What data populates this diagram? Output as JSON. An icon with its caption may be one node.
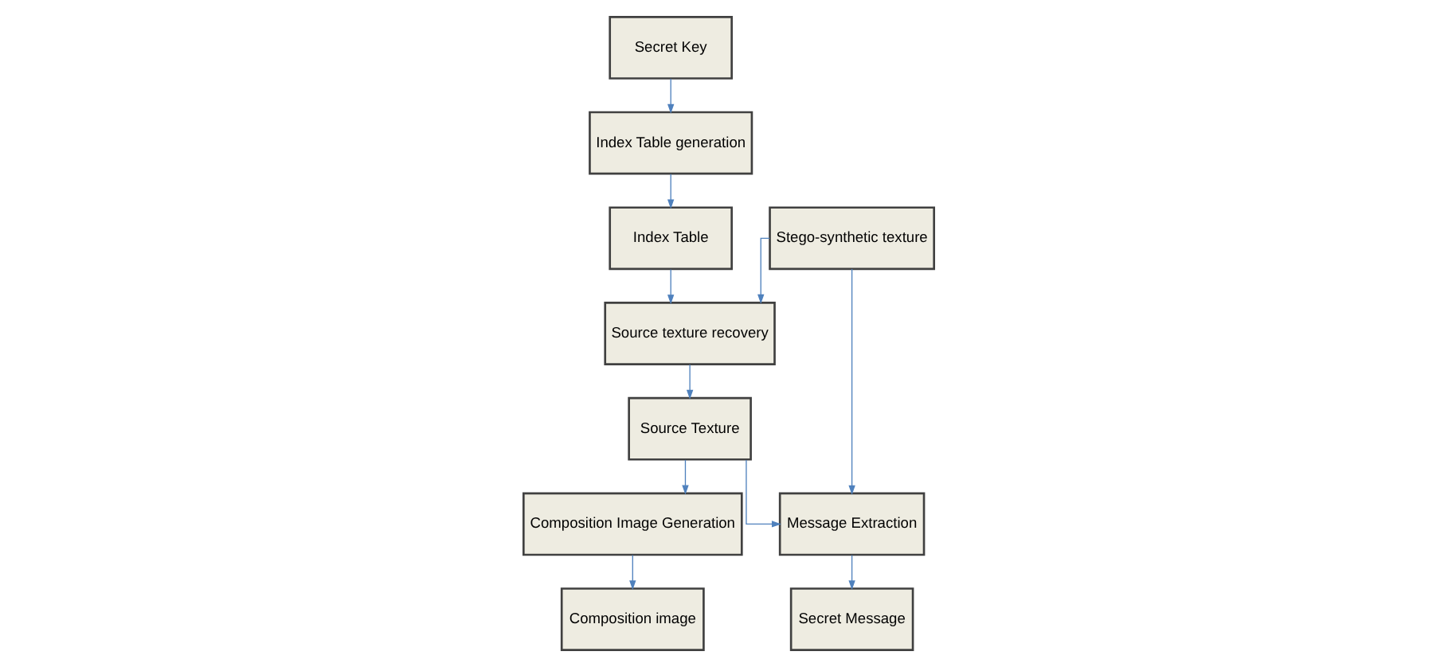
{
  "diagram": {
    "nodes": [
      {
        "text": [
          "Secret Key"
        ]
      },
      {
        "text": [
          "Index Table generation"
        ]
      },
      {
        "text": [
          "Index Table"
        ]
      },
      {
        "text": [
          "Stego-synthetic texture"
        ]
      },
      {
        "text": [
          "Source texture recovery"
        ]
      },
      {
        "text": [
          "Source Texture"
        ]
      },
      {
        "text": [
          "Composition Image Generation"
        ]
      },
      {
        "text": [
          "Composition image"
        ]
      },
      {
        "text": [
          "Message Extraction"
        ]
      },
      {
        "text": [
          "Secret Message"
        ]
      }
    ],
    "edges": [
      {
        "from": 0,
        "to": 1,
        "arrow": "to"
      },
      {
        "from": 1,
        "to": 2,
        "arrow": "to"
      },
      {
        "from": 2,
        "to": 4,
        "arrow": "to"
      },
      {
        "from": 3,
        "to": 4,
        "arrow": "to"
      },
      {
        "from": 3,
        "to": 8,
        "arrow": "to"
      },
      {
        "from": 4,
        "to": 5,
        "arrow": "to"
      },
      {
        "from": 5,
        "to": 6,
        "arrow": "to"
      },
      {
        "from": 5,
        "to": 8,
        "arrow": "to"
      },
      {
        "from": 6,
        "to": 7,
        "arrow": "to"
      },
      {
        "from": 8,
        "to": 9,
        "arrow": "to"
      }
    ]
  }
}
